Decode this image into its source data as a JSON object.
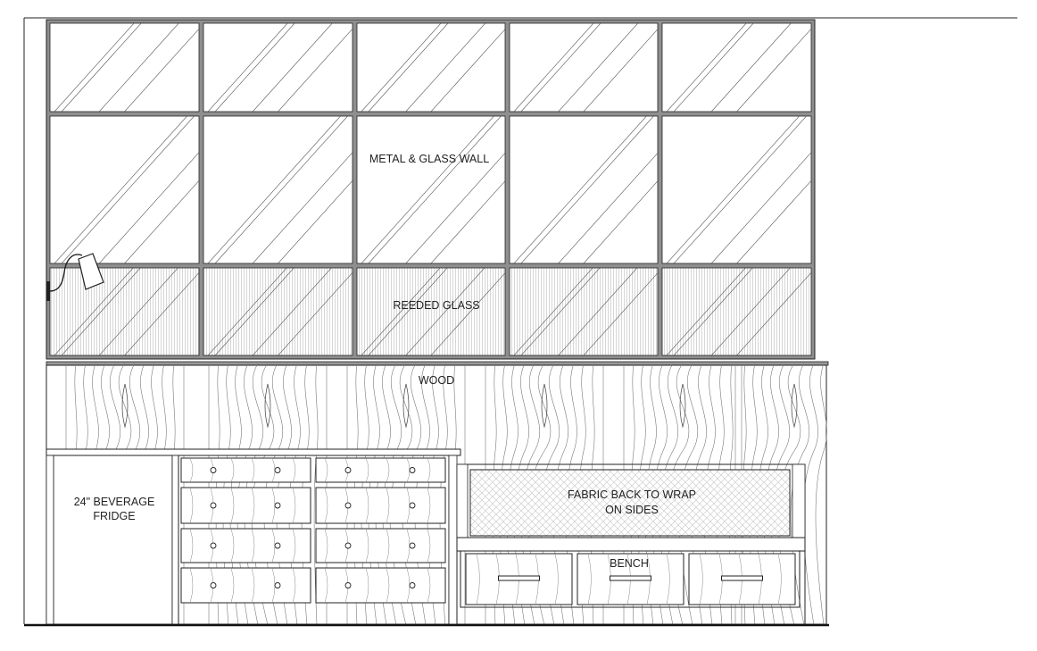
{
  "labels": {
    "glass_wall": "METAL & GLASS WALL",
    "reeded_glass": "REEDED GLASS",
    "wood": "WOOD",
    "fridge_line1": "24\" BEVERAGE",
    "fridge_line2": "FRIDGE",
    "fabric_line1": "FABRIC BACK TO WRAP",
    "fabric_line2": "ON SIDES",
    "bench": "BENCH"
  },
  "icons": {
    "wall_sconce": "wall-sconce-icon"
  },
  "colors": {
    "line": "#1a1a1a",
    "frame_fill": "#9a9a9a",
    "grain": "#777777"
  }
}
